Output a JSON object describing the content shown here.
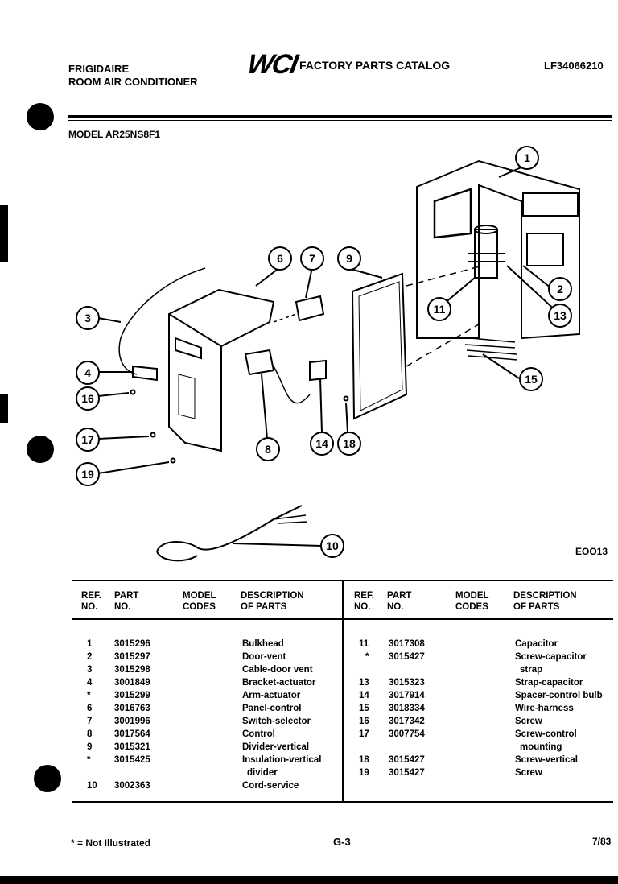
{
  "header": {
    "brand": "FRIGIDAIRE",
    "product": "ROOM AIR CONDITIONER",
    "logo": "WCI",
    "catalog_title": "FACTORY PARTS CATALOG",
    "catalog_number": "LF34066210",
    "model": "MODEL AR25NS8F1"
  },
  "diagram": {
    "code": "EOO13",
    "callouts": [
      "1",
      "2",
      "3",
      "4",
      "6",
      "7",
      "8",
      "9",
      "10",
      "11",
      "13",
      "14",
      "15",
      "16",
      "17",
      "18",
      "19"
    ]
  },
  "table": {
    "headers": {
      "ref": "REF.\nNO.",
      "part": "PART\nNO.",
      "codes": "MODEL\nCODES",
      "desc": "DESCRIPTION\nOF PARTS"
    },
    "left_rows": [
      {
        "ref": "1",
        "part": "3015296",
        "desc": "Bulkhead"
      },
      {
        "ref": "2",
        "part": "3015297",
        "desc": "Door-vent"
      },
      {
        "ref": "3",
        "part": "3015298",
        "desc": "Cable-door vent"
      },
      {
        "ref": "4",
        "part": "3001849",
        "desc": "Bracket-actuator"
      },
      {
        "ref": "*",
        "part": "3015299",
        "desc": "Arm-actuator"
      },
      {
        "ref": "6",
        "part": "3016763",
        "desc": "Panel-control"
      },
      {
        "ref": "7",
        "part": "3001996",
        "desc": "Switch-selector"
      },
      {
        "ref": "8",
        "part": "3017564",
        "desc": "Control"
      },
      {
        "ref": "9",
        "part": "3015321",
        "desc": "Divider-vertical"
      },
      {
        "ref": "*",
        "part": "3015425",
        "desc": "Insulation-vertical"
      },
      {
        "ref": "",
        "part": "",
        "desc": "divider"
      },
      {
        "ref": "10",
        "part": "3002363",
        "desc": "Cord-service"
      }
    ],
    "right_rows": [
      {
        "ref": "11",
        "part": "3017308",
        "desc": "Capacitor"
      },
      {
        "ref": "*",
        "part": "3015427",
        "desc": "Screw-capacitor"
      },
      {
        "ref": "",
        "part": "",
        "desc": "strap"
      },
      {
        "ref": "13",
        "part": "3015323",
        "desc": "Strap-capacitor"
      },
      {
        "ref": "14",
        "part": "3017914",
        "desc": "Spacer-control bulb"
      },
      {
        "ref": "15",
        "part": "3018334",
        "desc": "Wire-harness"
      },
      {
        "ref": "16",
        "part": "3017342",
        "desc": "Screw"
      },
      {
        "ref": "17",
        "part": "3007754",
        "desc": "Screw-control"
      },
      {
        "ref": "",
        "part": "",
        "desc": "mounting"
      },
      {
        "ref": "18",
        "part": "3015427",
        "desc": "Screw-vertical"
      },
      {
        "ref": "19",
        "part": "3015427",
        "desc": "Screw"
      }
    ]
  },
  "footer": {
    "note": "* = Not Illustrated",
    "page": "G-3",
    "date": "7/83"
  }
}
